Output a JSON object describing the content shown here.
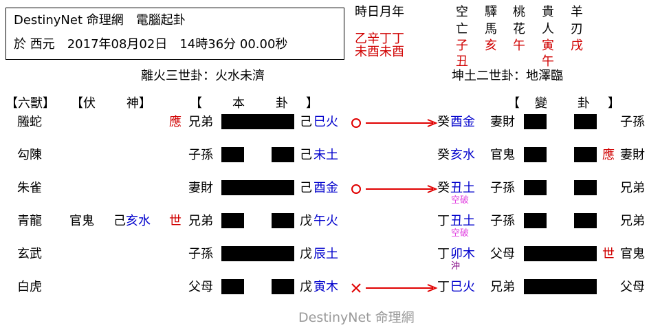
{
  "header": {
    "line1": "DestinyNet 命理網　電腦起卦",
    "line2": "於 西元　2017年08月02日　14時36分 00.00秒"
  },
  "time_pillars": {
    "label": "時日月年",
    "stems": "乙辛丁丁",
    "branches": "未酉未酉"
  },
  "spirits": [
    {
      "name": "空亡",
      "values": [
        "子",
        "丑"
      ]
    },
    {
      "name": "驛馬",
      "values": [
        "亥"
      ]
    },
    {
      "name": "桃花",
      "values": [
        "午"
      ]
    },
    {
      "name": "貴人",
      "values": [
        "寅",
        "午"
      ]
    },
    {
      "name": "羊刃",
      "values": [
        "戌"
      ]
    }
  ],
  "main_gua_name": "離火三世卦：火水未濟",
  "change_gua_name": "坤土二世卦：地澤臨",
  "columns": {
    "six_beasts": "【六獸】",
    "hidden_open": "【伏",
    "hidden_close": "神】",
    "main_open": "【",
    "main_mid": "本",
    "main_label": "卦",
    "main_close": "】",
    "change_open": "【",
    "change_mid": "變",
    "change_label": "卦",
    "change_close": "】"
  },
  "lines": [
    {
      "beast": "螣蛇",
      "hidden_rel": "",
      "hidden_stem": "",
      "hidden_branch": "",
      "mark": "應",
      "rel": "兄弟",
      "yang": true,
      "stem": "己",
      "branch": "巳火",
      "move": "circle",
      "c_stem": "癸",
      "c_branch": "酉金",
      "c_note": "",
      "c_rel": "妻財",
      "c_yang": false,
      "c_mark": "",
      "c_rel2": "子孫"
    },
    {
      "beast": "勾陳",
      "hidden_rel": "",
      "hidden_stem": "",
      "hidden_branch": "",
      "mark": "",
      "rel": "子孫",
      "yang": false,
      "stem": "己",
      "branch": "未土",
      "move": "",
      "c_stem": "癸",
      "c_branch": "亥水",
      "c_note": "",
      "c_rel": "官鬼",
      "c_yang": false,
      "c_mark": "應",
      "c_rel2": "妻財"
    },
    {
      "beast": "朱雀",
      "hidden_rel": "",
      "hidden_stem": "",
      "hidden_branch": "",
      "mark": "",
      "rel": "妻財",
      "yang": true,
      "stem": "己",
      "branch": "酉金",
      "move": "circle",
      "c_stem": "癸",
      "c_branch": "丑土",
      "c_note": "空破",
      "c_rel": "子孫",
      "c_yang": false,
      "c_mark": "",
      "c_rel2": "兄弟"
    },
    {
      "beast": "青龍",
      "hidden_rel": "官鬼",
      "hidden_stem": "己",
      "hidden_branch": "亥水",
      "mark": "世",
      "rel": "兄弟",
      "yang": false,
      "stem": "戊",
      "branch": "午火",
      "move": "",
      "c_stem": "丁",
      "c_branch": "丑土",
      "c_note": "空破",
      "c_rel": "子孫",
      "c_yang": false,
      "c_mark": "",
      "c_rel2": "兄弟"
    },
    {
      "beast": "玄武",
      "hidden_rel": "",
      "hidden_stem": "",
      "hidden_branch": "",
      "mark": "",
      "rel": "子孫",
      "yang": true,
      "stem": "戊",
      "branch": "辰土",
      "move": "",
      "c_stem": "丁",
      "c_branch": "卯木",
      "c_note": "沖",
      "c_rel": "父母",
      "c_yang": true,
      "c_mark": "世",
      "c_rel2": "官鬼"
    },
    {
      "beast": "白虎",
      "hidden_rel": "",
      "hidden_stem": "",
      "hidden_branch": "",
      "mark": "",
      "rel": "父母",
      "yang": false,
      "stem": "戊",
      "branch": "寅木",
      "move": "cross",
      "c_stem": "丁",
      "c_branch": "巳火",
      "c_note": "",
      "c_rel": "兄弟",
      "c_yang": true,
      "c_mark": "",
      "c_rel2": "父母"
    }
  ],
  "watermark": "DestinyNet 命理網",
  "colors": {
    "red": "#d00000",
    "blue": "#0000cc",
    "note": "#e040e0",
    "clash": "#800080",
    "arrow": "#e00000"
  }
}
